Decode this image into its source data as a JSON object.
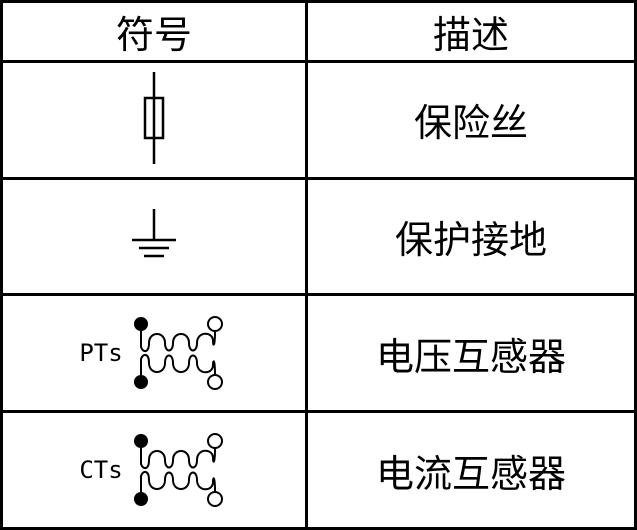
{
  "table": {
    "header": {
      "symbol": "符号",
      "description": "描述"
    },
    "rows": [
      {
        "symbol_icon": "fuse-symbol-icon",
        "symbol_label": "",
        "description": "保险丝"
      },
      {
        "symbol_icon": "protective-ground-symbol-icon",
        "symbol_label": "",
        "description": "保护接地"
      },
      {
        "symbol_icon": "transformer-symbol-icon",
        "symbol_label": "PTs",
        "description": "电压互感器"
      },
      {
        "symbol_icon": "transformer-symbol-icon",
        "symbol_label": "CTs",
        "description": "电流互感器"
      }
    ]
  },
  "colors": {
    "line": "#000000",
    "background": "#ffffff"
  }
}
